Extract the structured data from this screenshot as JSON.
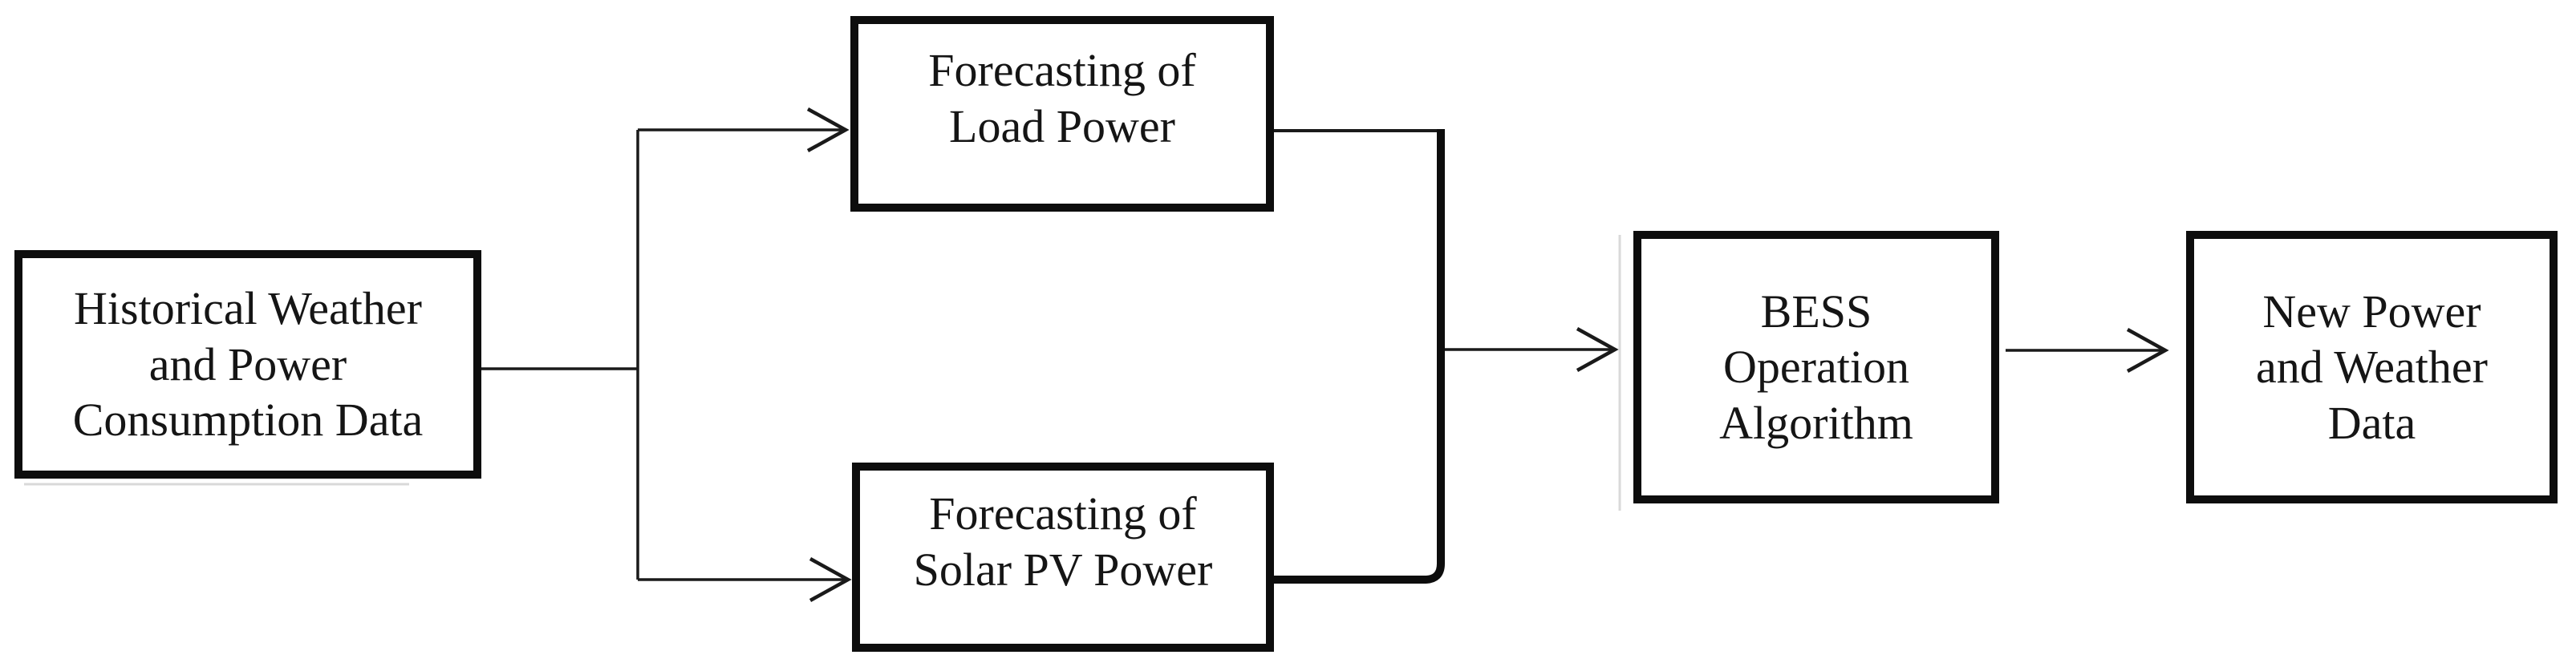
{
  "diagram": {
    "background_color": "#ffffff",
    "box_border_color": "#0d0d0d",
    "line_color": "#1a1a1a",
    "shadow_color": "#d9d9d9",
    "boxes": [
      {
        "id": "historical_data",
        "label": "Historical Weather\nand Power\nConsumption Data"
      },
      {
        "id": "load_forecast",
        "label": "Forecasting of\nLoad Power"
      },
      {
        "id": "solar_forecast",
        "label": "Forecasting of\nSolar PV Power"
      },
      {
        "id": "bess_algorithm",
        "label": "BESS\nOperation\nAlgorithm"
      },
      {
        "id": "new_data",
        "label": "New Power\nand Weather\nData"
      }
    ],
    "edges": [
      {
        "from": "historical_data",
        "to": "load_forecast"
      },
      {
        "from": "historical_data",
        "to": "solar_forecast"
      },
      {
        "from": "load_forecast",
        "to": "bess_algorithm"
      },
      {
        "from": "solar_forecast",
        "to": "bess_algorithm"
      },
      {
        "from": "bess_algorithm",
        "to": "new_data"
      }
    ]
  }
}
